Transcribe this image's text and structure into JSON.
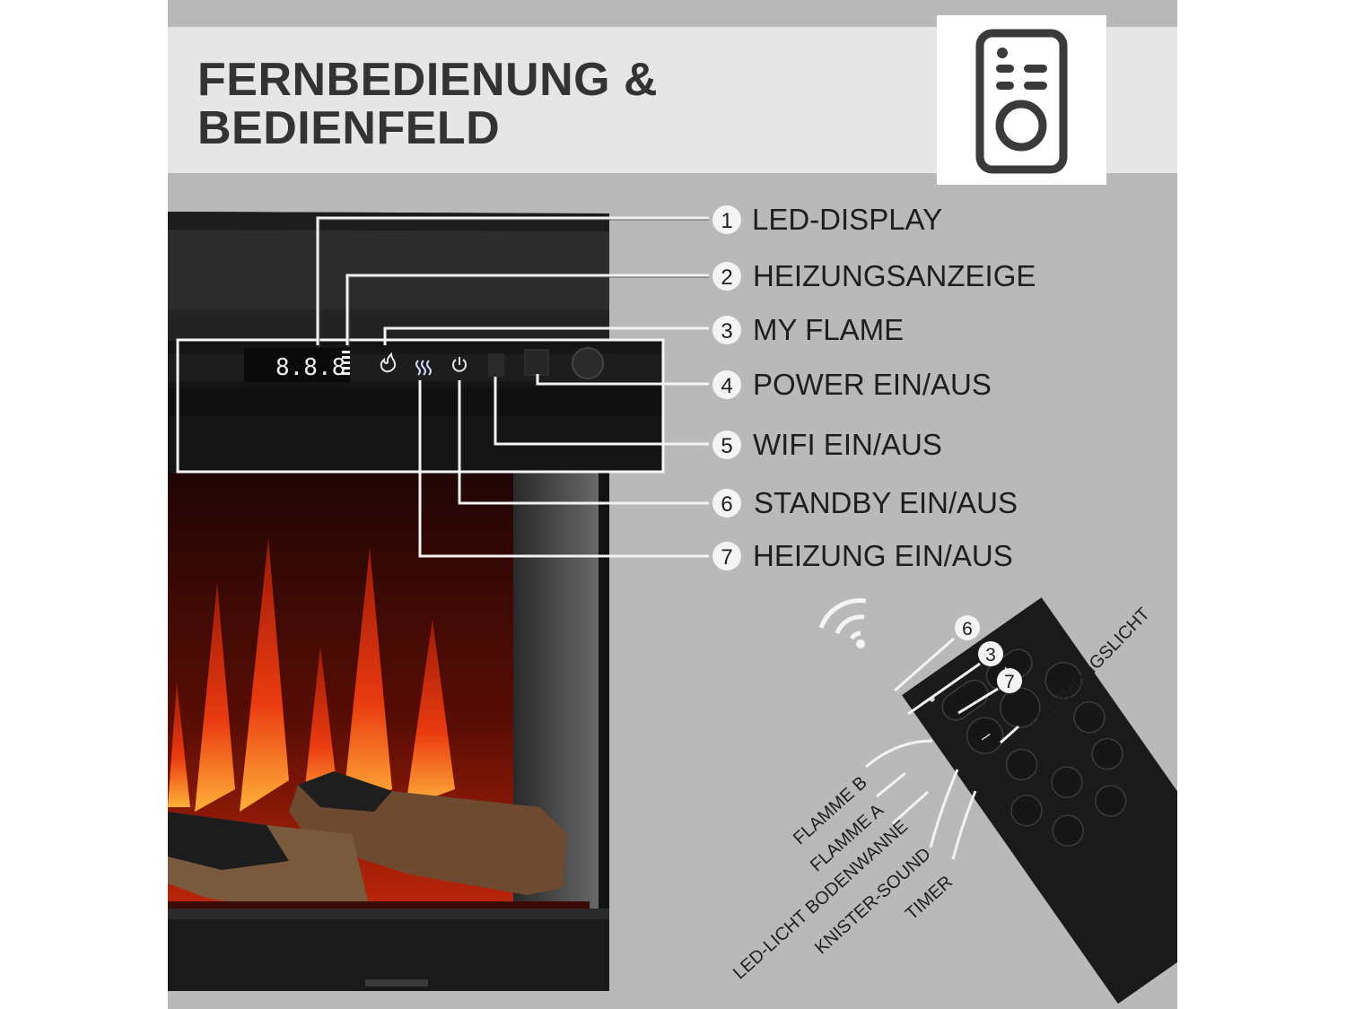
{
  "title": {
    "line1": "FERNBEDIENUNG &",
    "line2": "BEDIENFELD"
  },
  "icons": {
    "header": "remote-control-icon",
    "wifi": "wifi-signal-icon"
  },
  "display": {
    "digits": "8.8.8"
  },
  "callouts": [
    {
      "num": "1",
      "label": "LED-DISPLAY"
    },
    {
      "num": "2",
      "label": "HEIZUNGSANZEIGE"
    },
    {
      "num": "3",
      "label": "MY FLAME"
    },
    {
      "num": "4",
      "label": "POWER EIN/AUS"
    },
    {
      "num": "5",
      "label": "WIFI EIN/AUS"
    },
    {
      "num": "6",
      "label": "STANDBY EIN/AUS"
    },
    {
      "num": "7",
      "label": "HEIZUNG EIN/AUS"
    }
  ],
  "remote": {
    "markers": [
      "6",
      "3",
      "7"
    ],
    "labels": {
      "stimmungslicht": "STIMMUNGSLICHT",
      "flamme_b": "FLAMME B",
      "flamme_a": "FLAMME A",
      "bodenwanne": "LED-LICHT BODENWANNE",
      "knister": "KNISTER-SOUND",
      "timer": "TIMER"
    },
    "plus": "+",
    "minus": "–"
  },
  "colors": {
    "panel": "#b9b9b9",
    "band": "#e6e6e6",
    "title": "#333333",
    "flame": "#e63a12"
  }
}
